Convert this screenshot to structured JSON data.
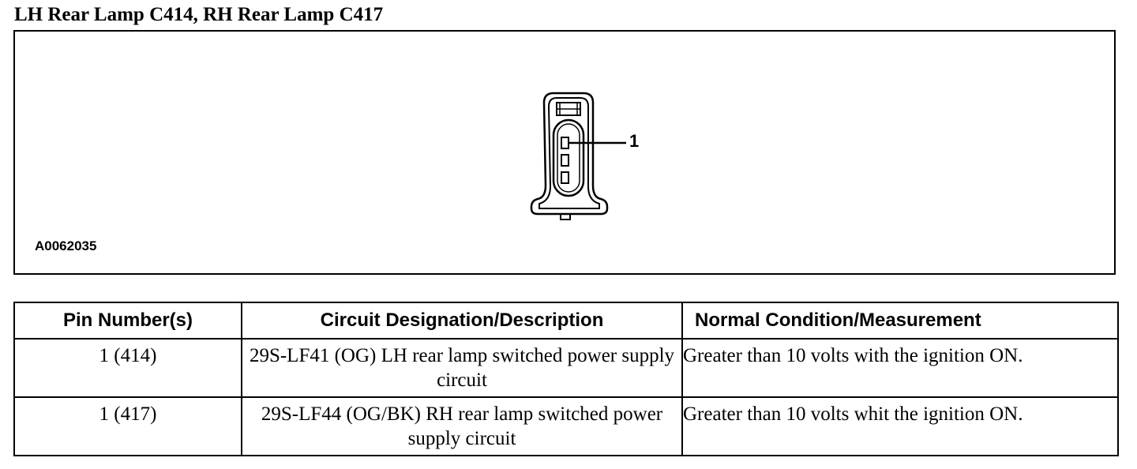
{
  "title": "LH Rear Lamp C414, RH Rear Lamp C417",
  "figure": {
    "id": "A0062035",
    "callout": "1",
    "connector_icon": "3-pin-connector-face-icon"
  },
  "table": {
    "headers": [
      "Pin Number(s)",
      "Circuit Designation/Description",
      "Normal Condition/Measurement"
    ],
    "rows": [
      [
        "1 (414)",
        "29S-LF41 (OG) LH rear lamp switched power supply circuit",
        "Greater than 10 volts with the ignition ON."
      ],
      [
        "1 (417)",
        "29S-LF44 (OG/BK) RH rear lamp switched power supply circuit",
        "Greater than 10 volts whit the ignition ON."
      ]
    ]
  }
}
